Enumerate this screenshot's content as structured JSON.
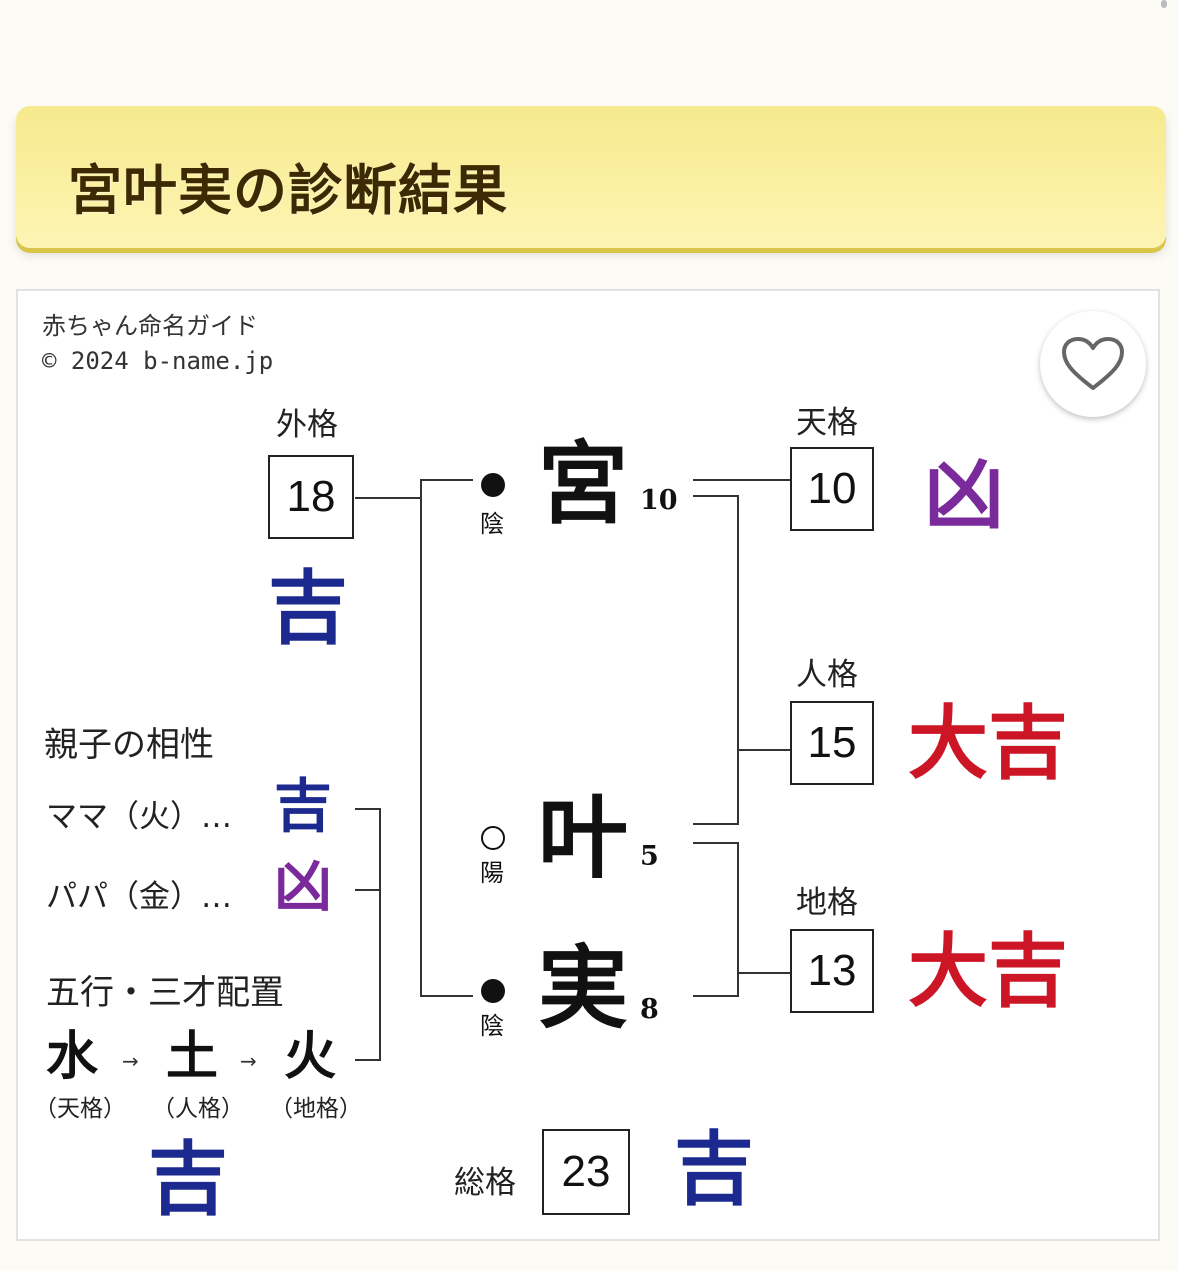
{
  "header": {
    "title": "宮叶実の診断結果"
  },
  "credit": {
    "line1": "赤ちゃん命名ガイド",
    "line2": "© 2024 b-name.jp"
  },
  "favorite_icon": "heart-outline-icon",
  "name": {
    "chars": [
      {
        "char": "宮",
        "strokes": "10",
        "yinyang": "陰",
        "mark": "filled-circle"
      },
      {
        "char": "叶",
        "strokes": "5",
        "yinyang": "陽",
        "mark": "open-circle"
      },
      {
        "char": "実",
        "strokes": "8",
        "yinyang": "陰",
        "mark": "filled-circle"
      }
    ]
  },
  "grids": {
    "gaikaku": {
      "label": "外格",
      "value": "18",
      "fortune": "吉"
    },
    "tenkaku": {
      "label": "天格",
      "value": "10",
      "fortune": "凶"
    },
    "jinkaku": {
      "label": "人格",
      "value": "15",
      "fortune": "大吉"
    },
    "chikaku": {
      "label": "地格",
      "value": "13",
      "fortune": "大吉"
    },
    "soukaku": {
      "label": "総格",
      "value": "23",
      "fortune": "吉"
    }
  },
  "compatibility": {
    "title": "親子の相性",
    "mama": {
      "label": "ママ（火）…",
      "fortune": "吉"
    },
    "papa": {
      "label": "パパ（金）…",
      "fortune": "凶"
    }
  },
  "gogyo": {
    "title": "五行・三才配置",
    "elements": [
      {
        "elem": "水",
        "sub": "（天格）"
      },
      {
        "elem": "土",
        "sub": "（人格）"
      },
      {
        "elem": "火",
        "sub": "（地格）"
      }
    ],
    "arrow": "→",
    "fortune": "吉"
  },
  "colors": {
    "kichi": "#1c2a8f",
    "kyo": "#7a2a9a",
    "daikichi": "#cc1525",
    "banner": "#f8ec9a"
  }
}
